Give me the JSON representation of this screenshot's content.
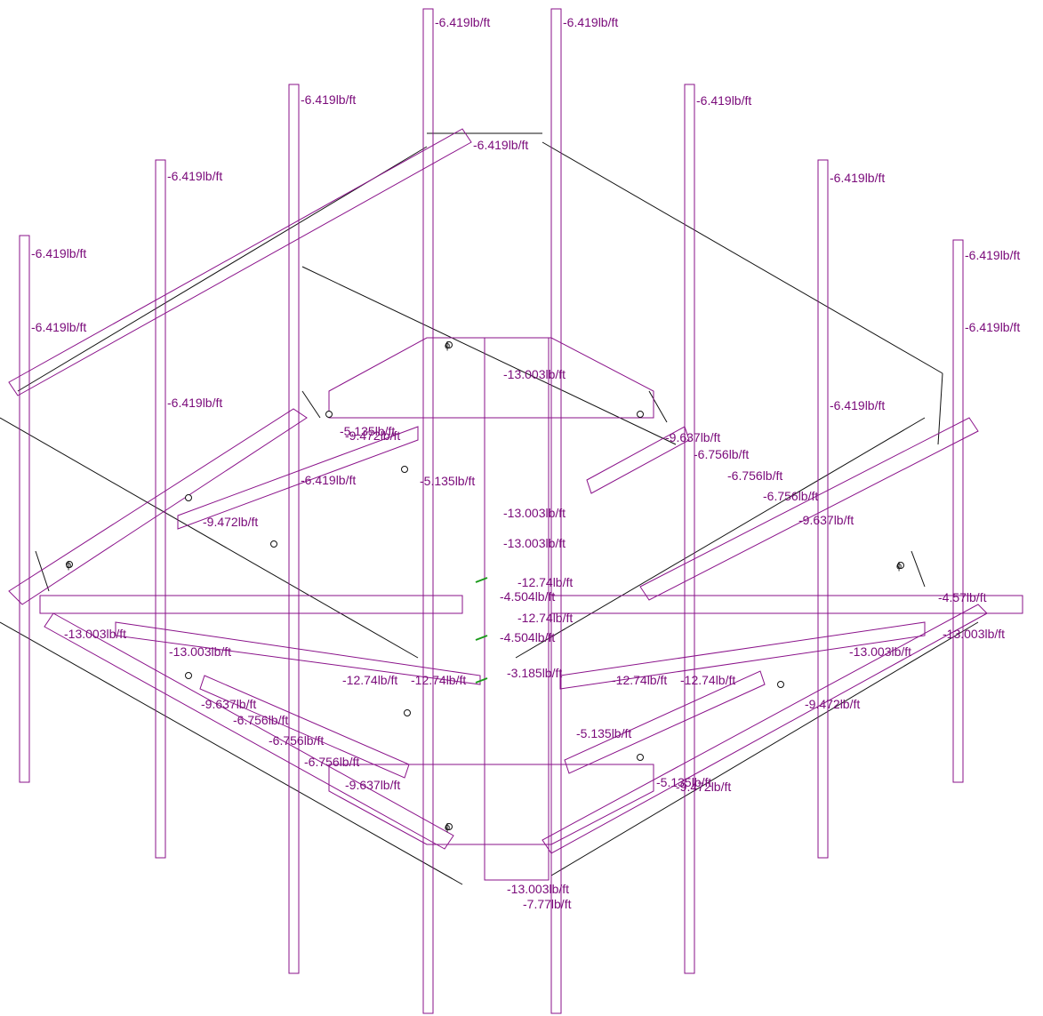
{
  "colors": {
    "load": "#8a128a",
    "label": "#7a0a7a",
    "frame": "#111111",
    "accent": "#1a9a1a"
  },
  "columns": [
    {
      "id": "c1",
      "label": "-6.419lb/ft"
    },
    {
      "id": "c2",
      "label": "-6.419lb/ft"
    },
    {
      "id": "c3",
      "label": "-6.419lb/ft"
    },
    {
      "id": "c4",
      "label": "-6.419lb/ft"
    },
    {
      "id": "c5",
      "label": "-6.419lb/ft"
    },
    {
      "id": "c6",
      "label": "-6.419lb/ft"
    },
    {
      "id": "c7",
      "label": "-6.419lb/ft"
    },
    {
      "id": "c8",
      "label": "-6.419lb/ft"
    },
    {
      "id": "c9",
      "label": "-6.419lb/ft"
    },
    {
      "id": "c10",
      "label": "-6.419lb/ft"
    },
    {
      "id": "c11",
      "label": "-6.419lb/ft"
    },
    {
      "id": "c12",
      "label": "-6.419lb/ft"
    },
    {
      "id": "c13",
      "label": "-6.419lb/ft"
    }
  ],
  "beam_labels": [
    "-6.419lb/ft",
    "-5.135lb/ft",
    "-9.472lb/ft",
    "-9.472lb/ft",
    "-5.135lb/ft",
    "-9.637lb/ft",
    "-6.756lb/ft",
    "-6.756lb/ft",
    "-6.756lb/ft",
    "-9.637lb/ft",
    "-9.637lb/ft",
    "-6.756lb/ft",
    "-6.756lb/ft",
    "-6.756lb/ft",
    "-9.637lb/ft",
    "-9.472lb/ft",
    "-5.135lb/ft",
    "-13.003lb/ft",
    "-13.003lb/ft",
    "-13.003lb/ft",
    "-13.003lb/ft",
    "-12.74lb/ft",
    "-12.74lb/ft",
    "-12.74lb/ft",
    "-12.74lb/ft",
    "-12.74lb/ft",
    "-12.74lb/ft",
    "-4.504lb/ft",
    "-4.504lb/ft",
    "-3.185lb/ft",
    "-13.003lb/ft",
    "-13.003lb/ft",
    "-13.003lb/ft",
    "-13.003lb/ft",
    "-7.77lb/ft",
    "-4.57lb/ft",
    "-5.135lb/ft",
    "-9.472lb/ft"
  ],
  "support_symbol": "ϕ"
}
